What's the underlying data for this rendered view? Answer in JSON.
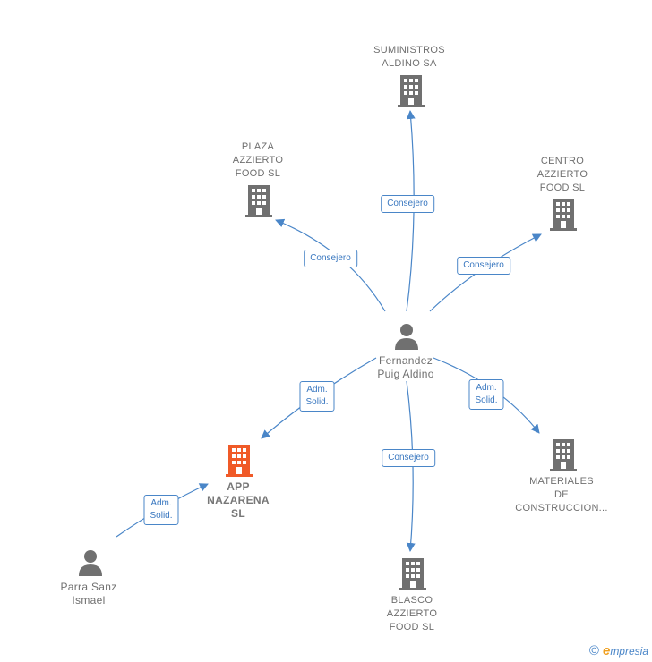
{
  "nodes": {
    "suministros": {
      "label": "SUMINISTROS\nALDINO SA",
      "type": "company"
    },
    "plaza": {
      "label": "PLAZA\nAZZIERTO\nFOOD  SL",
      "type": "company"
    },
    "centro": {
      "label": "CENTRO\nAZZIERTO\nFOOD  SL",
      "type": "company"
    },
    "fernandez": {
      "label": "Fernandez\nPuig Aldino",
      "type": "person"
    },
    "app": {
      "label": "APP\nNAZARENA\nSL",
      "type": "company-main"
    },
    "materiales": {
      "label": "MATERIALES\nDE\nCONSTRUCCION...",
      "type": "company"
    },
    "parra": {
      "label": "Parra Sanz\nIsmael",
      "type": "person"
    },
    "blasco": {
      "label": "BLASCO\nAZZIERTO\nFOOD  SL",
      "type": "company"
    }
  },
  "edges": {
    "to_suministros": "Consejero",
    "to_plaza": "Consejero",
    "to_centro": "Consejero",
    "to_app": "Adm.\nSolid.",
    "to_materiales": "Adm.\nSolid.",
    "to_blasco": "Consejero",
    "parra_to_app": "Adm.\nSolid."
  },
  "colors": {
    "edge": "#4a86c8",
    "building": "#707070",
    "building_main": "#f05a28",
    "person": "#707070"
  },
  "footer": {
    "copyright": "©",
    "brand_initial": "e",
    "brand_rest": "mpresia"
  }
}
